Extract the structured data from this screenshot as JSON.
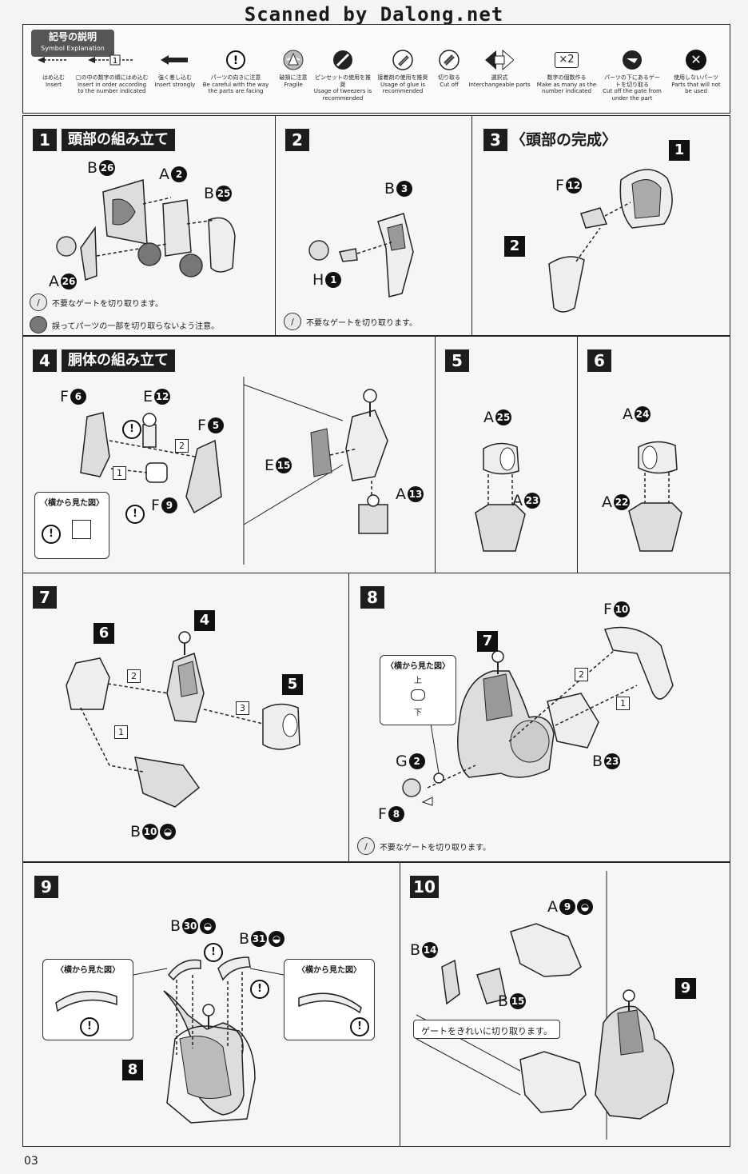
{
  "watermark": "Scanned by Dalong.net",
  "legend": {
    "title_jp": "記号の説明",
    "title_en": "Symbol Explanation",
    "symbols": [
      {
        "icon": "arrow-dashed-icon",
        "jp": "はめ込む",
        "en": "Insert"
      },
      {
        "icon": "numbered-arrow-icon",
        "glyph": "1",
        "jp": "□の中の数字の順にはめ込む",
        "en": "Insert in order according to the number indicated"
      },
      {
        "icon": "double-arrow-icon",
        "jp": "強く差し込む",
        "en": "Insert strongly"
      },
      {
        "icon": "caution-icon",
        "glyph": "!",
        "jp": "パーツの向きに注意",
        "en": "Be careful with the way the parts are facing"
      },
      {
        "icon": "fragile-icon",
        "jp": "破損に注意",
        "en": "Fragile"
      },
      {
        "icon": "tweezers-icon",
        "jp": "ピンセットの使用を推奨",
        "en": "Usage of tweezers is recommended"
      },
      {
        "icon": "glue-icon",
        "jp": "接着剤の使用を推奨",
        "en": "Usage of glue is recommended"
      },
      {
        "icon": "cut-off-icon",
        "jp": "切り取る",
        "en": "Cut off"
      },
      {
        "icon": "interchangeable-icon",
        "jp": "選択式",
        "en": "Interchangeable parts"
      },
      {
        "icon": "multiply-icon",
        "glyph": "×2",
        "jp": "数字の個数作る",
        "en": "Make as many as the number indicated"
      },
      {
        "icon": "cut-under-icon",
        "jp": "パーツの下にあるゲートを切り取る",
        "en": "Cut off the gate from under the part"
      },
      {
        "icon": "not-used-icon",
        "glyph": "✕",
        "jp": "使用しないパーツ",
        "en": "Parts that will not be used"
      }
    ]
  },
  "steps": {
    "s1": {
      "num": "1",
      "title": "頭部の組み立て",
      "labels": [
        {
          "letter": "B",
          "n": "26"
        },
        {
          "letter": "A",
          "n": "2"
        },
        {
          "letter": "B",
          "n": "25"
        },
        {
          "letter": "A",
          "n": "26"
        }
      ],
      "notes": [
        "不要なゲートを切り取ります。",
        "誤ってパーツの一部を切り取らないよう注意。"
      ]
    },
    "s2": {
      "num": "2",
      "labels": [
        {
          "letter": "B",
          "n": "3"
        },
        {
          "letter": "H",
          "n": "1"
        }
      ],
      "notes": [
        "不要なゲートを切り取ります。"
      ]
    },
    "s3": {
      "num": "3",
      "title": "〈頭部の完成〉",
      "labels": [
        {
          "letter": "F",
          "n": "12"
        }
      ],
      "badges": [
        "1",
        "2"
      ]
    },
    "s4": {
      "num": "4",
      "title": "胴体の組み立て",
      "labels": [
        {
          "letter": "F",
          "n": "6"
        },
        {
          "letter": "E",
          "n": "12"
        },
        {
          "letter": "F",
          "n": "5"
        },
        {
          "letter": "F",
          "n": "9"
        },
        {
          "letter": "E",
          "n": "15"
        },
        {
          "letter": "A",
          "n": "13"
        }
      ],
      "orders": [
        "2",
        "1"
      ],
      "callout": "〈横から見た図〉"
    },
    "s5": {
      "num": "5",
      "labels": [
        {
          "letter": "A",
          "n": "25"
        },
        {
          "letter": "A",
          "n": "23"
        }
      ]
    },
    "s6": {
      "num": "6",
      "labels": [
        {
          "letter": "A",
          "n": "24"
        },
        {
          "letter": "A",
          "n": "22"
        }
      ]
    },
    "s7": {
      "num": "7",
      "badges": [
        "6",
        "4",
        "5"
      ],
      "orders": [
        "2",
        "3",
        "1"
      ],
      "labels": [
        {
          "letter": "B",
          "n": "10"
        }
      ]
    },
    "s8": {
      "num": "8",
      "badges": [
        "7"
      ],
      "callout": "〈横から見た図〉",
      "callout_top": "上",
      "callout_bottom": "下",
      "orders": [
        "2",
        "1"
      ],
      "labels": [
        {
          "letter": "F",
          "n": "10"
        },
        {
          "letter": "B",
          "n": "23"
        },
        {
          "letter": "G",
          "n": "2"
        },
        {
          "letter": "F",
          "n": "8"
        }
      ],
      "notes": [
        "不要なゲートを切り取ります。"
      ]
    },
    "s9": {
      "num": "9",
      "labels": [
        {
          "letter": "B",
          "n": "30"
        },
        {
          "letter": "B",
          "n": "31"
        }
      ],
      "callout": "〈横から見た図〉",
      "badges": [
        "8"
      ]
    },
    "s10": {
      "num": "10",
      "labels": [
        {
          "letter": "A",
          "n": "9"
        },
        {
          "letter": "B",
          "n": "14"
        },
        {
          "letter": "B",
          "n": "15"
        }
      ],
      "callout": "ゲートをきれいに切り取ります。",
      "badges": [
        "9"
      ]
    }
  },
  "page_number": "03"
}
